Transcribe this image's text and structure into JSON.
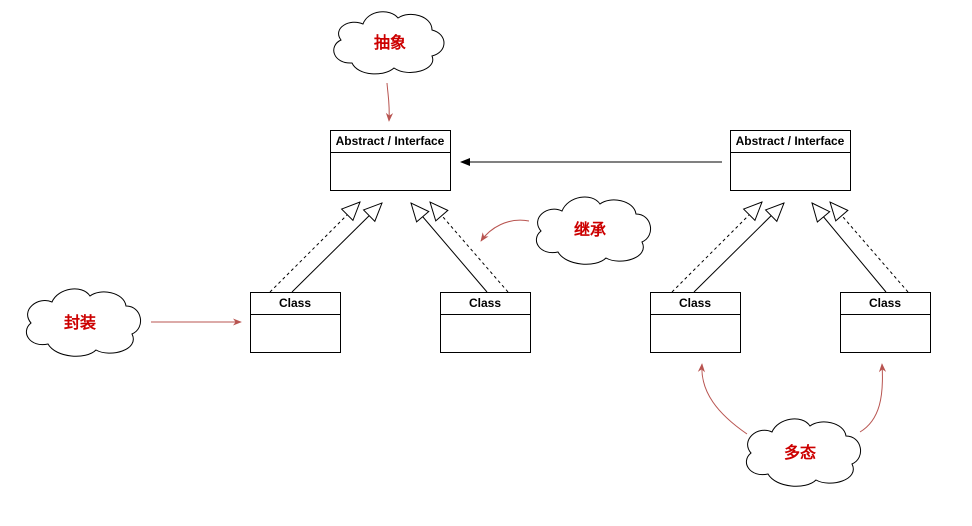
{
  "colors": {
    "accent": "#b85450",
    "label": "#cc0000",
    "line": "#000000",
    "box_fill": "#ffffff"
  },
  "boxes": {
    "interface_left": "Abstract / Interface",
    "interface_right": "Abstract / Interface",
    "class_1": "Class",
    "class_2": "Class",
    "class_3": "Class",
    "class_4": "Class"
  },
  "clouds": {
    "abstraction": "抽象",
    "inheritance": "继承",
    "encapsulation": "封装",
    "polymorphism": "多态"
  }
}
